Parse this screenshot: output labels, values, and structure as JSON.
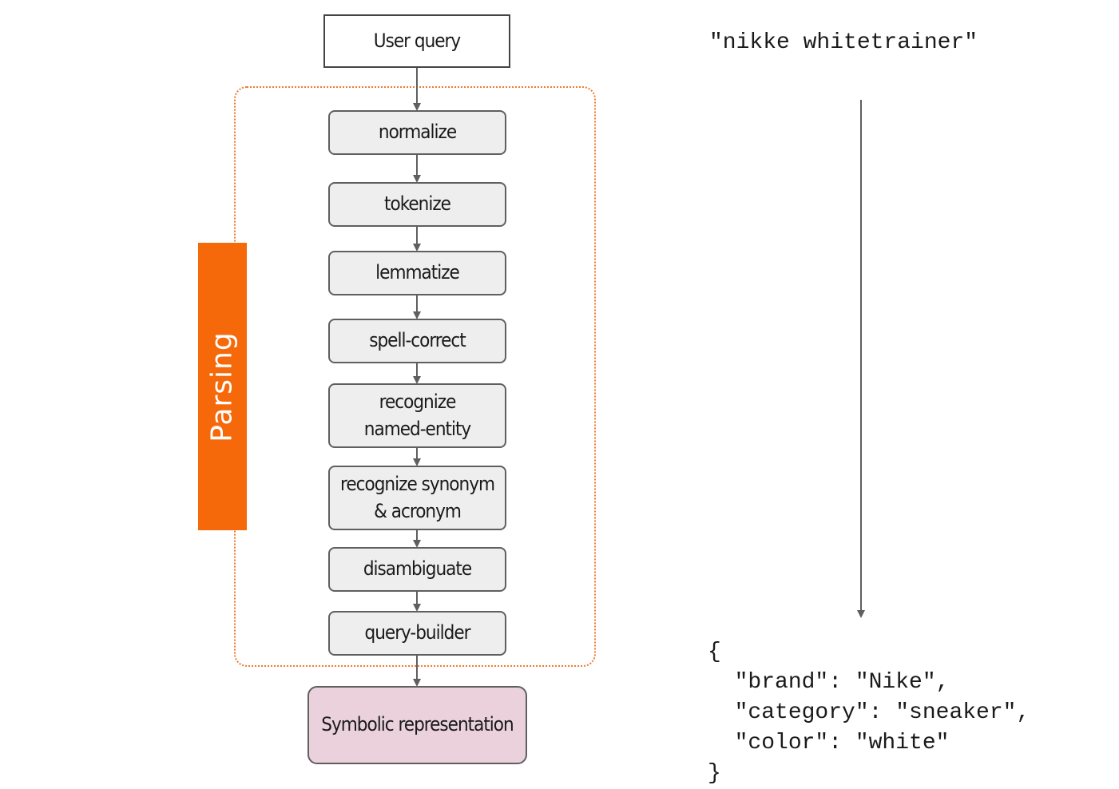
{
  "colors": {
    "step_fill": "#eeeeee",
    "step_border": "#5f5f5f",
    "arrow": "#5f5f5f",
    "group_accent": "#f5690b",
    "group_frame": "#f07a2a",
    "output_fill": "#ead1dc"
  },
  "input_box": {
    "label": "User query"
  },
  "group": {
    "label": "Parsing"
  },
  "steps": [
    {
      "label": "normalize"
    },
    {
      "label": "tokenize"
    },
    {
      "label": "lemmatize"
    },
    {
      "label": "spell-correct"
    },
    {
      "label": "recognize\nnamed-entity"
    },
    {
      "label": "recognize synonym\n& acronym"
    },
    {
      "label": "disambiguate"
    },
    {
      "label": "query-builder"
    }
  ],
  "output_box": {
    "label": "Symbolic representation"
  },
  "example": {
    "input_query": "\"nikke whitetrainer\"",
    "output_lines": [
      "{",
      "  \"brand\": \"Nike\",",
      "  \"category\": \"sneaker\",",
      "  \"color\": \"white\"",
      "}"
    ]
  }
}
